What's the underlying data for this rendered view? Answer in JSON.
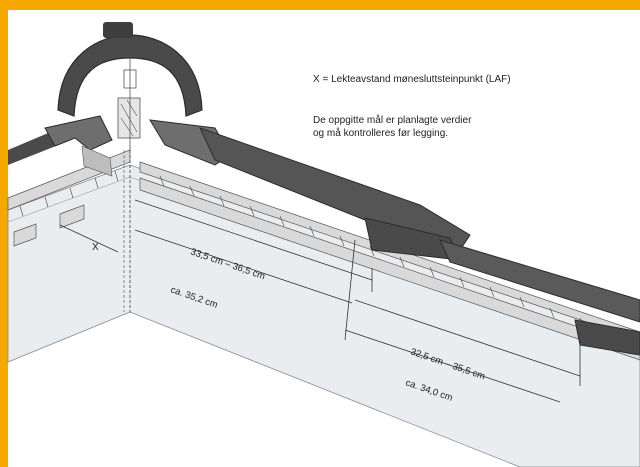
{
  "legend": {
    "x_definition": "X = Lekteavstand  mønesluttsteinpunkt (LAF)",
    "note_line1": "De oppgitte mål er planlagte verdier",
    "note_line2": "og må kontrolleres før legging."
  },
  "dimensions": {
    "x_label": "X",
    "upper_range_1": "33,5 cm – 36,5 cm",
    "upper_fixed_1": "ca. 35,2 cm",
    "upper_range_2": "32,5 cm – 35,5 cm",
    "upper_fixed_2": "ca. 34,0 cm"
  },
  "colors": {
    "banner": "#f5a800",
    "frame": "#f5a800",
    "roof_board": "#eaedef",
    "tile_dark": "#4a4a4a",
    "tile_mid": "#6e6e6e",
    "batten": "#d9d9d9"
  }
}
